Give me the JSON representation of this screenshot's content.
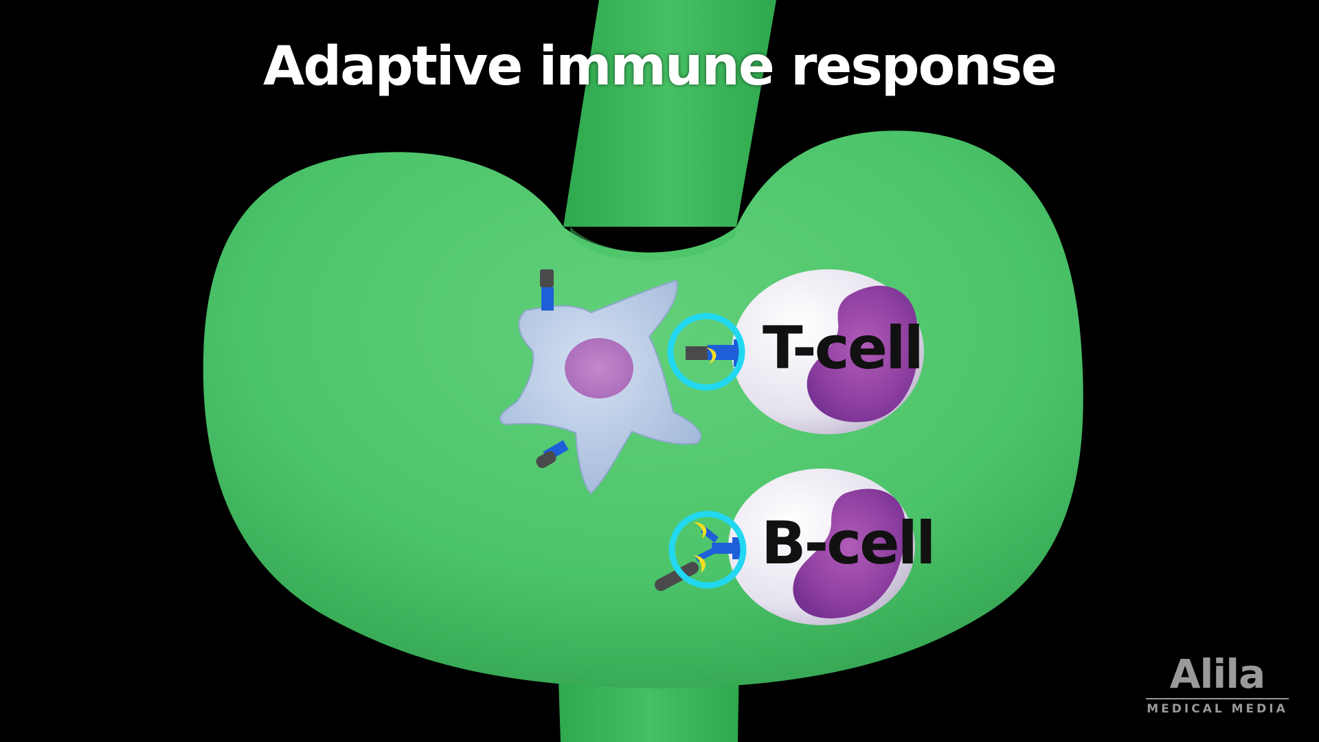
{
  "title": "Adaptive immune response",
  "labels": {
    "t_cell": "T-cell",
    "b_cell": "B-cell"
  },
  "logo": {
    "name": "Alila",
    "tagline": "MEDICAL MEDIA"
  },
  "colors": {
    "background": "#000000",
    "lymph_node": "#4cc46a",
    "vessel": "#3cb85a",
    "dendritic_cell": "#b8cce6",
    "lymphocyte": "#e8e4f0",
    "nucleus": "#8e3fa0",
    "receptor": "#1e5fd8",
    "antigen": "#f5e020",
    "highlight_ring": "#22d8f0"
  }
}
